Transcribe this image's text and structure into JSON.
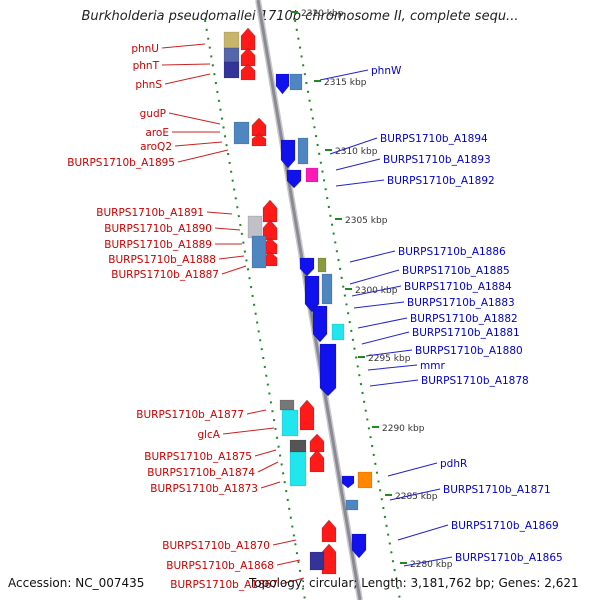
{
  "title": "Burkholderia pseudomallei 1710b chromosome II, complete sequ...",
  "footer": {
    "accession": "Accession: NC_007435",
    "topology": "Topology: circular; Length: 3,181,762 bp; Genes: 2,621"
  },
  "colors": {
    "forward_label": "#cc0000",
    "reverse_label": "#0000cc",
    "forward_gene": "#ff1a1a",
    "reverse_gene": "#1111ee",
    "backbone": "#a0a0a8",
    "tick": "#1f8a1f"
  },
  "scale": {
    "ticks": [
      {
        "label": "2320 kbp"
      },
      {
        "label": "2315 kbp"
      },
      {
        "label": "2310 kbp"
      },
      {
        "label": "2305 kbp"
      },
      {
        "label": "2300 kbp"
      },
      {
        "label": "2295 kbp"
      },
      {
        "label": "2290 kbp"
      },
      {
        "label": "2285 kbp"
      },
      {
        "label": "2280 kbp"
      }
    ]
  },
  "left_labels": [
    {
      "text": "phnU"
    },
    {
      "text": "phnT"
    },
    {
      "text": "phnS"
    },
    {
      "text": "gudP"
    },
    {
      "text": "aroE"
    },
    {
      "text": "aroQ2"
    },
    {
      "text": "BURPS1710b_A1895"
    },
    {
      "text": "BURPS1710b_A1891"
    },
    {
      "text": "BURPS1710b_A1890"
    },
    {
      "text": "BURPS1710b_A1889"
    },
    {
      "text": "BURPS1710b_A1888"
    },
    {
      "text": "BURPS1710b_A1887"
    },
    {
      "text": "BURPS1710b_A1877"
    },
    {
      "text": "glcA"
    },
    {
      "text": "BURPS1710b_A1875"
    },
    {
      "text": "BURPS1710b_A1874"
    },
    {
      "text": "BURPS1710b_A1873"
    },
    {
      "text": "BURPS1710b_A1870"
    },
    {
      "text": "BURPS1710b_A1868"
    },
    {
      "text": "BURPS1710b_A1867"
    }
  ],
  "right_labels": [
    {
      "text": "phnW"
    },
    {
      "text": "BURPS1710b_A1894"
    },
    {
      "text": "BURPS1710b_A1893"
    },
    {
      "text": "BURPS1710b_A1892"
    },
    {
      "text": "BURPS1710b_A1886"
    },
    {
      "text": "BURPS1710b_A1885"
    },
    {
      "text": "BURPS1710b_A1884"
    },
    {
      "text": "BURPS1710b_A1883"
    },
    {
      "text": "BURPS1710b_A1882"
    },
    {
      "text": "BURPS1710b_A1881"
    },
    {
      "text": "BURPS1710b_A1880"
    },
    {
      "text": "mmr"
    },
    {
      "text": "BURPS1710b_A1878"
    },
    {
      "text": "pdhR"
    },
    {
      "text": "BURPS1710b_A1871"
    },
    {
      "text": "BURPS1710b_A1869"
    },
    {
      "text": "BURPS1710b_A1865"
    }
  ]
}
